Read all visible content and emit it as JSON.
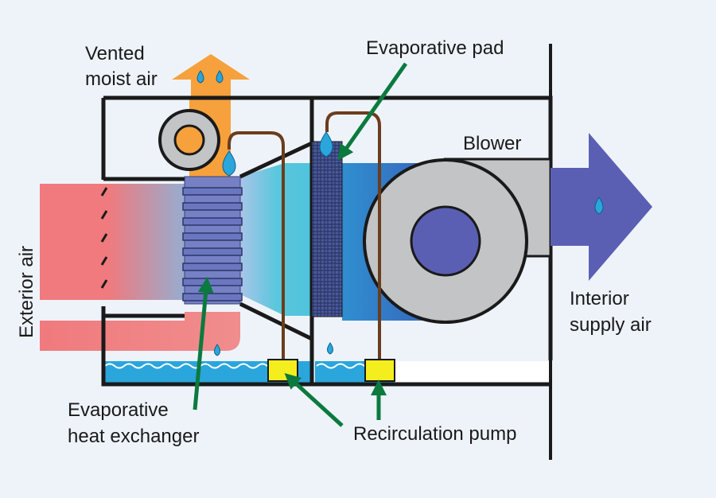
{
  "labels": {
    "vented_moist_air_line1": "Vented",
    "vented_moist_air_line2": "moist air",
    "evaporative_pad": "Evaporative pad",
    "blower": "Blower",
    "exterior_air": "Exterior air",
    "interior_supply_air_line1": "Interior",
    "interior_supply_air_line2": "supply air",
    "evaporative_heat_exchanger_line1": "Evaporative",
    "evaporative_heat_exchanger_line2": "heat exchanger",
    "recirculation_pump": "Recirculation pump"
  },
  "colors": {
    "background": "#eef3fa",
    "outline": "#1a1a1a",
    "exterior_air": "#f07a7d",
    "cooled_air": "#5bc7dc",
    "supply_air": "#5a5fb3",
    "vented_air": "#f6a13c",
    "water": "#2aa6dc",
    "pipe": "#6b3d1c",
    "pump": "#f5ee1e",
    "blower_housing": "#c2c4c6",
    "arrow": "#0b7a3e"
  }
}
